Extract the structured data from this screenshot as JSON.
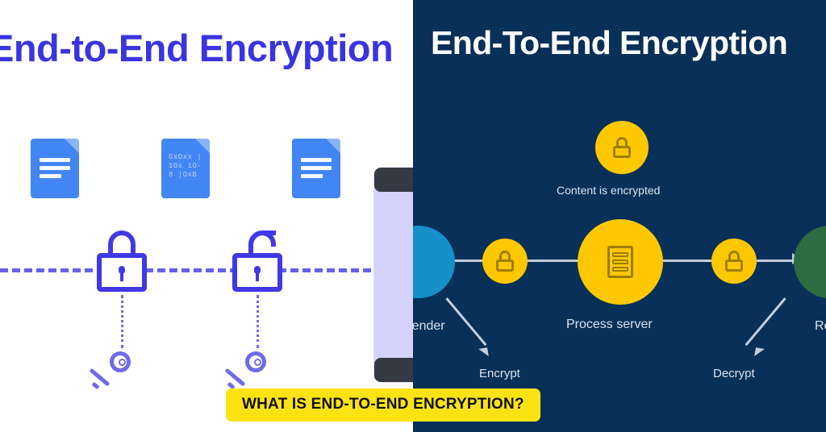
{
  "banner": {
    "text": "WHAT IS END-TO-END ENCRYPTION?",
    "background_color": "#fbe313",
    "text_color": "#111111"
  },
  "left_panel": {
    "background_color": "#ffffff",
    "title": "End-to-End Encryption",
    "title_color": "#3a34e0",
    "accent_color": "#4039e4",
    "documents": [
      {
        "name": "plain-document-left",
        "type": "plaintext",
        "lines": 3
      },
      {
        "name": "encrypted-document-middle",
        "type": "ciphertext",
        "cipher_text": "GxOxx |1Ox 1O-8 |OxB"
      },
      {
        "name": "plain-document-right",
        "type": "plaintext",
        "lines": 3
      }
    ],
    "locks": [
      {
        "name": "closed-lock",
        "state": "locked"
      },
      {
        "name": "open-lock",
        "state": "unlocked"
      }
    ],
    "keys": [
      {
        "name": "key-left"
      },
      {
        "name": "key-right"
      }
    ],
    "device": {
      "name": "phone",
      "screen_color": "#d4d2fb",
      "frame_color": "#343a44"
    }
  },
  "right_panel": {
    "background_color": "#083058",
    "title": "End-To-End Encryption",
    "title_color": "#ffffff",
    "accent_yellow": "#fdc800",
    "sender_color": "#1590c8",
    "receiver_color": "#2d6b42",
    "labels": {
      "content_encrypted": "Content is encrypted",
      "process_server": "Process server",
      "encrypt": "Encrypt",
      "decrypt": "Decrypt",
      "sender": "Sender",
      "receiver": "Receiver"
    },
    "nodes": [
      {
        "name": "sender-node",
        "icon": "person-circle",
        "color": "#1590c8"
      },
      {
        "name": "encrypt-lock-node",
        "icon": "lock-icon",
        "color": "#fdc800"
      },
      {
        "name": "process-server-node",
        "icon": "server-icon",
        "color": "#fdc800"
      },
      {
        "name": "decrypt-lock-node",
        "icon": "lock-icon",
        "color": "#fdc800"
      },
      {
        "name": "receiver-node",
        "icon": "person-circle",
        "color": "#2d6b42"
      }
    ]
  }
}
